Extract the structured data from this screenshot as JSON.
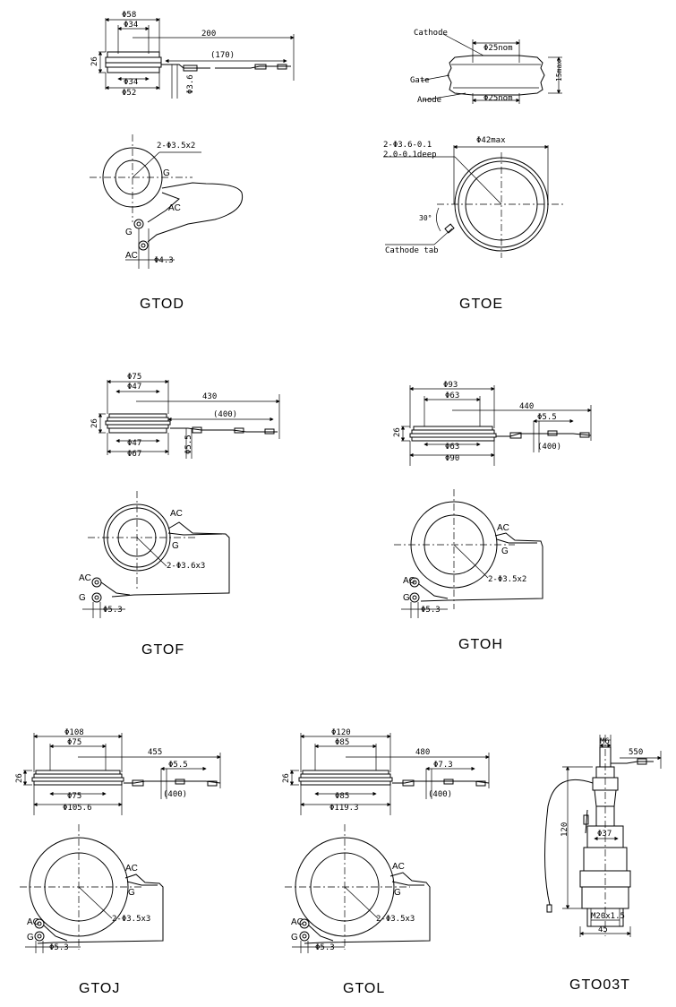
{
  "captions": {
    "gtod": "GTOD",
    "gtoe": "GTOE",
    "gtof": "GTOF",
    "gtoh": "GTOH",
    "gtoj": "GTOJ",
    "gtol": "GTOL",
    "gto03t": "GTO03T"
  },
  "gtod": {
    "d_outer_top": "Φ58",
    "d_inner_top": "Φ34",
    "length": "200",
    "lead": "(170)",
    "height": "26",
    "d_inner_bot": "Φ34",
    "d_outer_bot": "Φ52",
    "pin": "Φ3.6",
    "holes": "2-Φ3.5x2",
    "g": "G",
    "ac": "AC",
    "ring": "Φ4.3"
  },
  "gtoe": {
    "cathode": "Cathode",
    "gate": "Gate",
    "anode": "Anode",
    "d_top": "Φ25nom",
    "d_bot": "Φ25nom",
    "height": "15max",
    "holes1": "2-Φ3.6-0.1",
    "holes2": "2.0-0.1deep",
    "d_max": "Φ42max",
    "angle": "30°",
    "tab": "Cathode tab"
  },
  "gtof": {
    "d_outer_top": "Φ75",
    "d_inner_top": "Φ47",
    "length": "430",
    "lead": "(400)",
    "height": "26",
    "d_inner_bot": "Φ47",
    "d_outer_bot": "Φ67",
    "pin": "Φ5.5",
    "ac": "AC",
    "g": "G",
    "holes": "2-Φ3.6x3",
    "ac2": "AC",
    "g2": "G",
    "ring": "Φ5.3"
  },
  "gtoh": {
    "d_outer_top": "Φ93",
    "d_inner_top": "Φ63",
    "length": "440",
    "pin": "Φ5.5",
    "height": "26",
    "lead": "(400)",
    "d_inner_bot": "Φ63",
    "d_outer_bot": "Φ90",
    "ac": "AC",
    "g": "G",
    "holes": "2-Φ3.5x2",
    "ac2": "AC",
    "g2": "G",
    "ring": "Φ5.3"
  },
  "gtoj": {
    "d_outer_top": "Φ108",
    "d_inner_top": "Φ75",
    "length": "455",
    "pin": "Φ5.5",
    "height": "26",
    "lead": "(400)",
    "d_inner_bot": "Φ75",
    "d_outer_bot": "Φ105.6",
    "ac": "AC",
    "g": "G",
    "holes": "2-Φ3.5x3",
    "ac2": "AC",
    "g2": "G",
    "ring": "Φ5.3"
  },
  "gtol": {
    "d_outer_top": "Φ120",
    "d_inner_top": "Φ85",
    "length": "480",
    "pin": "Φ7.3",
    "height": "26",
    "lead": "(400)",
    "d_inner_bot": "Φ85",
    "d_outer_bot": "Φ119.3",
    "ac": "AC",
    "g": "G",
    "holes": "2-Φ3.5x3",
    "ac2": "AC",
    "g2": "G",
    "ring": "Φ5.3"
  },
  "gto03t": {
    "thread": "M6",
    "lead": "550",
    "height": "120",
    "d_body": "Φ37",
    "thread_bot": "M20x1.5",
    "width": "45"
  }
}
